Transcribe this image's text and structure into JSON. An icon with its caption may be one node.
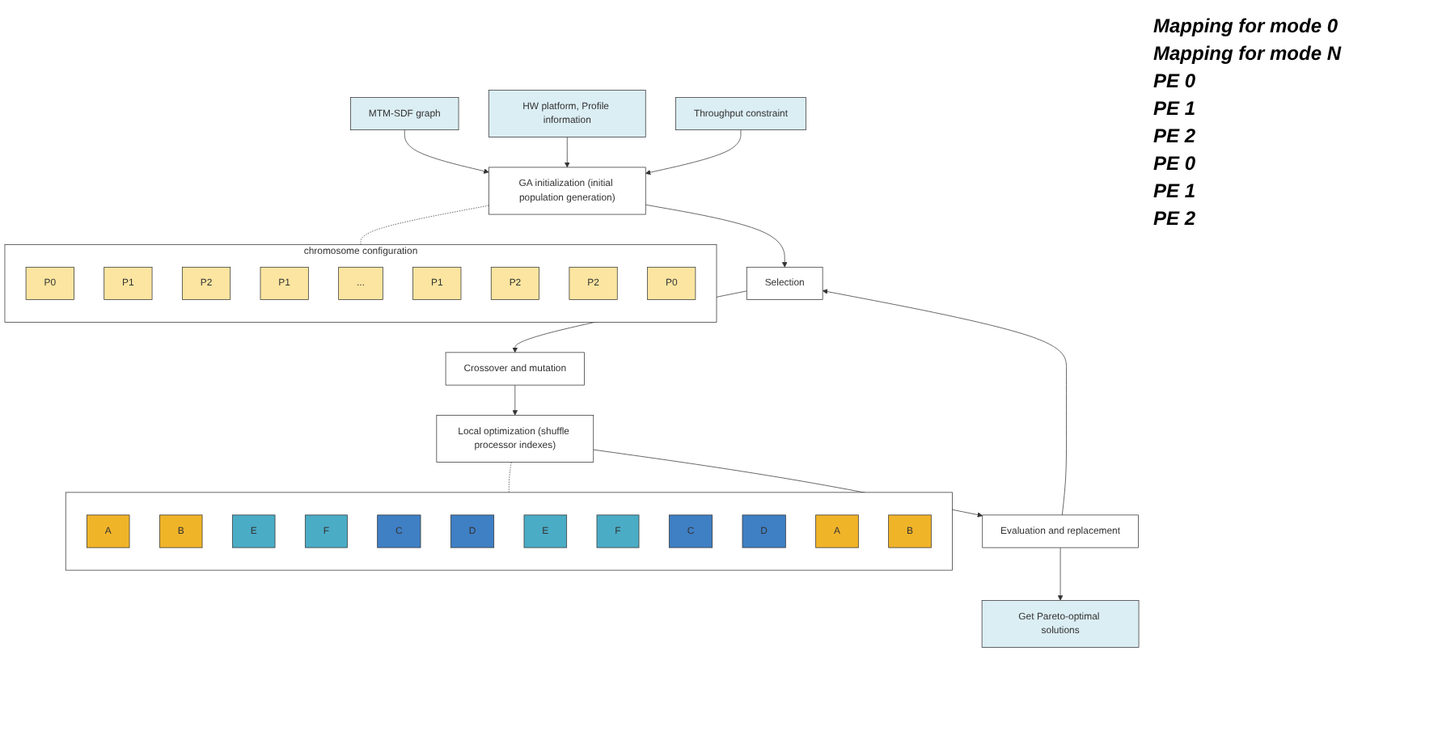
{
  "diagram": {
    "nodes": [
      {
        "text": [
          "MTM-SDF graph"
        ]
      },
      {
        "text": [
          "HW platform, Profile information"
        ]
      },
      {
        "text": [
          "Throughput constraint"
        ]
      },
      {
        "text": [
          "GA initialization (initial population generation)"
        ]
      },
      {
        "text": [
          "Selection"
        ]
      },
      {
        "text": [
          "Crossover and mutation"
        ]
      },
      {
        "text": [
          "Local optimization (shuffle processor indexes)"
        ]
      },
      {
        "text": [
          "Evaluation and replacement"
        ]
      },
      {
        "text": [
          "Get Pareto-optimal solutions"
        ]
      },
      {
        "text": [
          "chromosome configuration"
        ]
      },
      {
        "text": [
          "P0"
        ],
        "in": 9
      },
      {
        "text": [
          "P1"
        ],
        "in": 9
      },
      {
        "text": [
          "P2"
        ],
        "in": 9
      },
      {
        "text": [
          "P1"
        ],
        "in": 9
      },
      {
        "text": [
          "..."
        ],
        "in": 9
      },
      {
        "text": [
          "P1"
        ],
        "in": 9
      },
      {
        "text": [
          "P2"
        ],
        "in": 9
      },
      {
        "text": [
          "P2"
        ],
        "in": 9
      },
      {
        "text": [
          "P0"
        ],
        "in": 9
      },
      {
        "text": [],
        "shape": "box"
      },
      {
        "text": [
          "A"
        ],
        "in": 19
      },
      {
        "text": [
          "B"
        ],
        "in": 19
      },
      {
        "text": [
          "E"
        ],
        "in": 19
      },
      {
        "text": [
          "F"
        ],
        "in": 19
      },
      {
        "text": [
          "C"
        ],
        "in": 19
      },
      {
        "text": [
          "D"
        ],
        "in": 19
      },
      {
        "text": [
          "E"
        ],
        "in": 19
      },
      {
        "text": [
          "F"
        ],
        "in": 19
      },
      {
        "text": [
          "C"
        ],
        "in": 19
      },
      {
        "text": [
          "D"
        ],
        "in": 19
      },
      {
        "text": [
          "A"
        ],
        "in": 19
      },
      {
        "text": [
          "B"
        ],
        "in": 19
      }
    ],
    "edges": [
      {
        "from": 0,
        "to": 3,
        "arrow": "to"
      },
      {
        "from": 1,
        "to": 3,
        "arrow": "to"
      },
      {
        "from": 2,
        "to": 3,
        "arrow": "to"
      },
      {
        "from": 3,
        "to": 4,
        "arrow": "to"
      },
      {
        "from": 4,
        "to": 5,
        "arrow": "to"
      },
      {
        "from": 5,
        "to": 6,
        "arrow": "to"
      },
      {
        "from": 6,
        "to": 7,
        "arrow": "to"
      },
      {
        "from": 7,
        "to": 8,
        "arrow": "to"
      },
      {
        "from": 7,
        "to": 4,
        "arrow": "to"
      },
      {
        "from": 3,
        "to": 9,
        "arrow": "none",
        "style": "dashed"
      },
      {
        "from": 6,
        "to": 19,
        "arrow": "none",
        "style": "dashed"
      }
    ],
    "labels": [
      "Mapping for mode 0",
      "Mapping for mode N",
      "PE 0",
      "PE 1",
      "PE 2",
      "PE 0",
      "PE 1",
      "PE 2"
    ]
  }
}
